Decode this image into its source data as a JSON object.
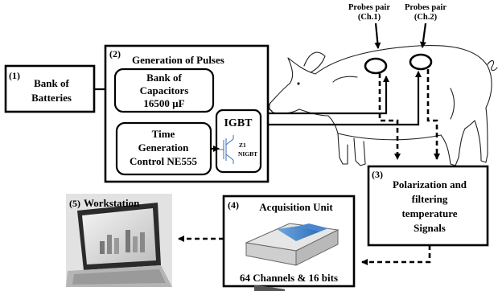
{
  "probes": {
    "ch1": {
      "line1": "Probes pair",
      "line2": "(Ch.1)"
    },
    "ch2": {
      "line1": "Probes pair",
      "line2": "(Ch.2)"
    }
  },
  "batteries": {
    "number": "(1)",
    "line1": "Bank of",
    "line2": "Batteries"
  },
  "pulses": {
    "number": "(2)",
    "title": "Generation of Pulses"
  },
  "capacitors": {
    "line1": "Bank of",
    "line2": "Capacitors",
    "line3": "16500 µF"
  },
  "time_gen": {
    "line1": "Time",
    "line2": "Generation",
    "line3": "Control NE555"
  },
  "igbt": {
    "title": "IGBT",
    "ref": "Z1",
    "part": "NIGBT"
  },
  "polarization": {
    "number": "(3)",
    "line1": "Polarization and",
    "line2": "filtering",
    "line3": "temperature",
    "line4": "Signals"
  },
  "acquisition": {
    "number": "(4)",
    "title": "Acquisition Unit",
    "footer": "64 Channels & 16 bits"
  },
  "workstation": {
    "number": "(5)",
    "title": "Workstation"
  }
}
